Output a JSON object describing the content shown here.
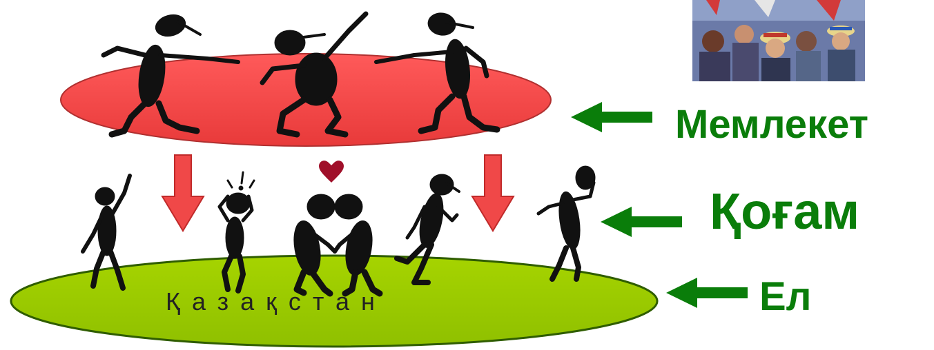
{
  "labels": {
    "state": "Мемлекет",
    "society": "Қоғам",
    "country": "Ел"
  },
  "country_name": "Қазақстан",
  "colors": {
    "state_layer": "#f04848",
    "country_layer": "#99cc00",
    "label_text": "#0a7d0a",
    "arrow_green": "#0a7d0a",
    "arrow_red": "#f04848",
    "figure": "#111111",
    "heart": "#a0102a"
  },
  "icons": [
    "crowd-photo",
    "stick-figure",
    "heart-icon",
    "exclamation-icon",
    "left-arrow-icon",
    "down-arrow-icon"
  ]
}
